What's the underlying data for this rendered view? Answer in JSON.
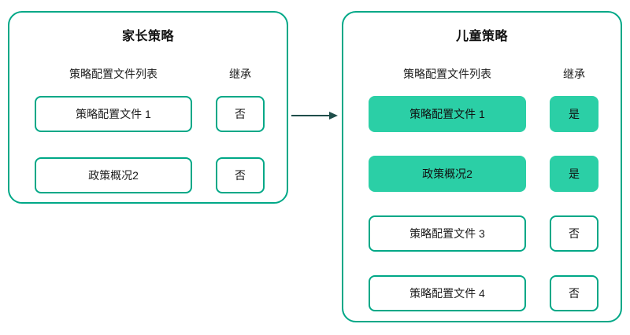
{
  "colors": {
    "panel_border": "#00a887",
    "cell_border": "#00a887",
    "cell_fill_inherited": "#2bcfa6",
    "arrow": "#1f4e4a",
    "text": "#1c1c1c",
    "background": "#ffffff"
  },
  "columns": {
    "profile_list": "策略配置文件列表",
    "inherit": "继承"
  },
  "parent_panel": {
    "title": "家长策略",
    "rows": [
      {
        "profile": "策略配置文件 1",
        "inherit": "否",
        "inherited": false
      },
      {
        "profile": "政策概况2",
        "inherit": "否",
        "inherited": false
      }
    ]
  },
  "child_panel": {
    "title": "儿童策略",
    "rows": [
      {
        "profile": "策略配置文件 1",
        "inherit": "是",
        "inherited": true
      },
      {
        "profile": "政策概况2",
        "inherit": "是",
        "inherited": true
      },
      {
        "profile": "策略配置文件 3",
        "inherit": "否",
        "inherited": false
      },
      {
        "profile": "策略配置文件 4",
        "inherit": "否",
        "inherited": false
      }
    ]
  },
  "connector": {
    "icon": "arrow-right-icon",
    "label": ""
  }
}
